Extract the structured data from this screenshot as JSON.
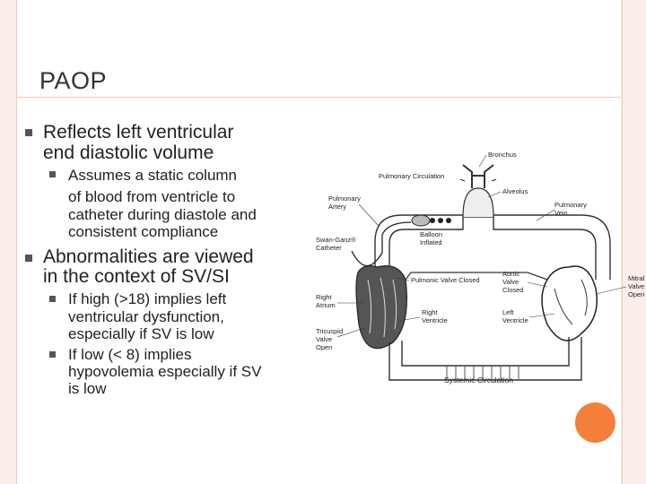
{
  "slide": {
    "title": "PAOP",
    "bullets": [
      {
        "text_lines": [
          "Reflects left ventricular",
          "end diastolic volume"
        ],
        "sub": [
          {
            "text_lines": [
              "Assumes a static column",
              "of blood from ventricle to",
              "catheter during diastole and",
              "consistent compliance"
            ]
          }
        ]
      },
      {
        "text_lines": [
          "Abnormalities are viewed",
          "in the context of SV/SI"
        ],
        "sub": [
          {
            "text_lines": [
              "If high (>18) implies left",
              "ventricular dysfunction,",
              "especially if SV is low"
            ]
          },
          {
            "text_lines": [
              "If low (< 8) implies",
              "hypovolemia especially if SV",
              "is low"
            ]
          }
        ]
      }
    ]
  },
  "diagram": {
    "labels": {
      "bronchus": "Bronchus",
      "pulmonary_circulation": "Pulmonary Circulation",
      "alveolus": "Alveolus",
      "pulmonary_artery": [
        "Pulmonary",
        "Artery"
      ],
      "pulmonary_vein": [
        "Pulmonary",
        "Vein"
      ],
      "swan_ganz": [
        "Swan-Ganz®",
        "Catheter"
      ],
      "balloon": [
        "Balloon",
        "Inflated"
      ],
      "pulmonic_valve": "Pulmonic Valve Closed",
      "aortic_valve": [
        "Aortic",
        "Valve",
        "Closed"
      ],
      "mitral_valve": [
        "Mitral",
        "Valve",
        "Open"
      ],
      "right_atrium": [
        "Right",
        "Atrium"
      ],
      "right_ventricle": [
        "Right",
        "Ventricle"
      ],
      "left_ventricle": [
        "Left",
        "Ventricle"
      ],
      "tricuspid_valve": [
        "Tricuspid",
        "Valve",
        "Open"
      ],
      "systemic_circulation": "Systemic Circulation"
    }
  },
  "colors": {
    "accent": "#f47f3b",
    "border": "#fbeee8"
  }
}
